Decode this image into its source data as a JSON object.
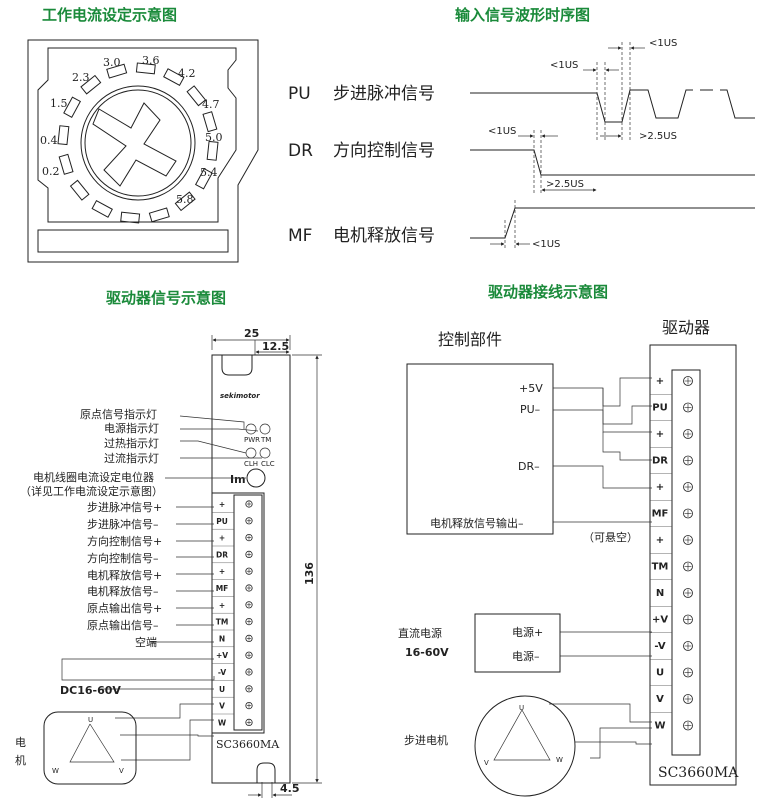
{
  "titles": {
    "current_setting": "工作电流设定示意图",
    "timing": "输入信号波形时序图",
    "signal": "驱动器信号示意图",
    "wiring": "驱动器接线示意图"
  },
  "dial": {
    "values": [
      "0.2",
      "0.4",
      "1.5",
      "2.3",
      "3.0",
      "3.6",
      "4.2",
      "4.7",
      "5.0",
      "5.4",
      "5.8"
    ]
  },
  "timing": {
    "signals": [
      {
        "code": "PU",
        "name": "步进脉冲信号"
      },
      {
        "code": "DR",
        "name": "方向控制信号"
      },
      {
        "code": "MF",
        "name": "电机释放信号"
      }
    ],
    "annotations": [
      "<1US",
      "<1US",
      "<1US",
      ">2.5US",
      ">2.5US",
      "<1US"
    ]
  },
  "signal_diagram": {
    "dims": {
      "width": "25",
      "half": "12.5",
      "height": "136",
      "slot": "4.5"
    },
    "logo": "sekimotor",
    "leds": [
      "PWR",
      "TM",
      "CLH",
      "CLC"
    ],
    "pot": "Im",
    "left_labels": [
      "原点信号指示灯",
      "电源指示灯",
      "过热指示灯",
      "过流指示灯",
      "电机线圈电流设定电位器",
      "（详见工作电流设定示意图）",
      "步进脉冲信号+",
      "步进脉冲信号–",
      "方向控制信号+",
      "方向控制信号–",
      "电机释放信号+",
      "电机释放信号–",
      "原点输出信号+",
      "原点输出信号–",
      "空端"
    ],
    "terminals": [
      "+",
      "PU",
      "+",
      "DR",
      "+",
      "MF",
      "+",
      "TM",
      "N",
      "+V",
      "-V",
      "U",
      "V",
      "W"
    ],
    "power": "DC16-60V",
    "motor_label": [
      "电",
      "机"
    ],
    "phases": [
      "U",
      "W",
      "V"
    ],
    "model": "SC3660MA"
  },
  "wiring_diagram": {
    "control_title": "控制部件",
    "driver_title": "驱动器",
    "control_pins": [
      "+5V",
      "PU–",
      "DR–",
      "电机释放信号输出–"
    ],
    "float_note": "（可悬空）",
    "power_title": [
      "直流电源",
      "16-60V"
    ],
    "power_pins": [
      "电源+",
      "电源–"
    ],
    "motor_title": "步进电机",
    "phases": [
      "U",
      "V",
      "W"
    ],
    "terminals": [
      "+",
      "PU",
      "+",
      "DR",
      "+",
      "MF",
      "+",
      "TM",
      "N",
      "+V",
      "-V",
      "U",
      "V",
      "W"
    ],
    "model": "SC3660MA"
  }
}
